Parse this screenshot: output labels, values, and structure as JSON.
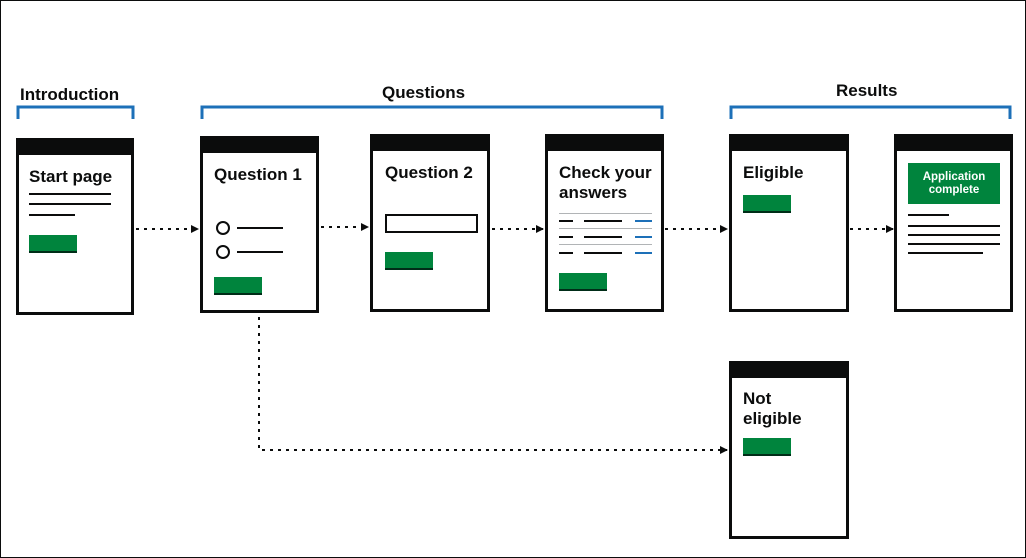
{
  "sections": {
    "introduction": "Introduction",
    "questions": "Questions",
    "results": "Results"
  },
  "pages": {
    "start": "Start page",
    "question1": "Question 1",
    "question2": "Question 2",
    "check_line1": "Check your",
    "check_line2": "answers",
    "eligible": "Eligible",
    "not_eligible_line1": "Not",
    "not_eligible_line2": "eligible",
    "application_line1": "Application",
    "application_line2": "complete"
  },
  "colors": {
    "bracket": "#1d70b8",
    "button": "#00843d",
    "ink": "#0b0c0c"
  }
}
